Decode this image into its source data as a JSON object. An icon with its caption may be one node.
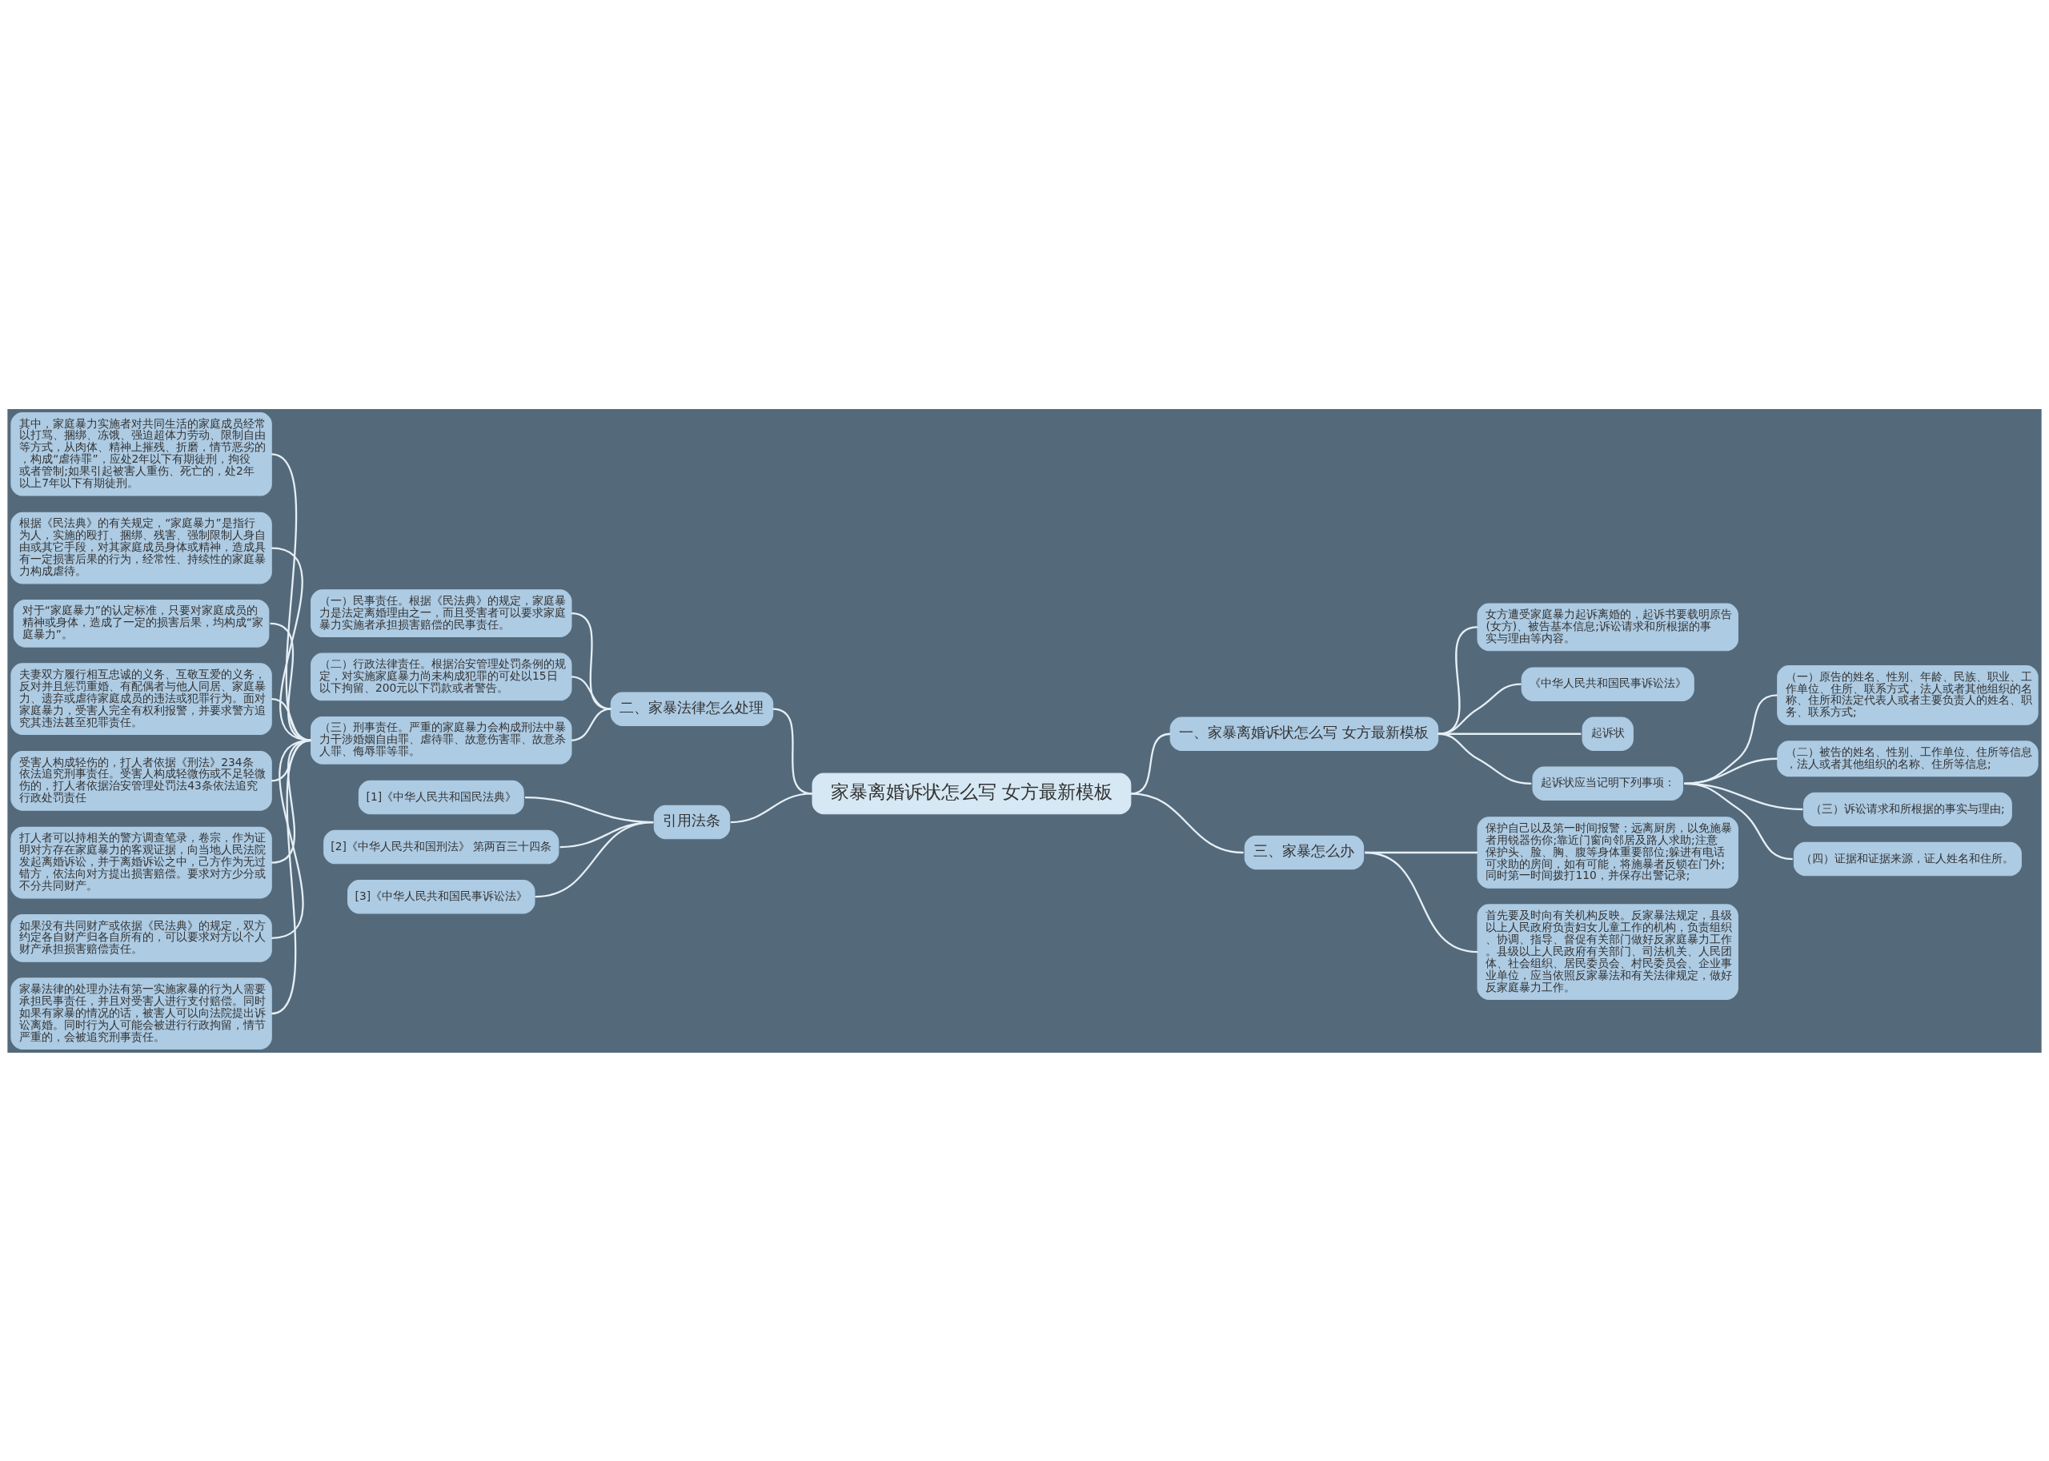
{
  "diagram": {
    "nodes": [
      {
        "text": [
          "家暴离婚诉状怎么写 女方最新模板"
        ]
      },
      {
        "text": [
          "二、家暴法律怎么处理"
        ]
      },
      {
        "text": [
          "（一）民事责任。根据《民法典》的规定，家庭暴力是法定离婚理由之一，而且受害者可以要求家庭暴力实施者承担损害赔偿的民事责任。"
        ]
      },
      {
        "text": [
          "（二）行政法律责任。根据治安管理处罚条例的规定，对实施家庭暴力尚未构成犯罪的可处以15日以下拘留、200元以下罚款或者警告。"
        ]
      },
      {
        "text": [
          "（三）刑事责任。严重的家庭暴力会构成刑法中暴力干涉婚姻自由罪、虐待罪、故意伤害罪、故意杀人罪、侮辱罪等罪。"
        ]
      },
      {
        "text": [
          "其中，家庭暴力实施者对共同生活的家庭成员经常以打骂、捆绑、冻饿、强迫超体力劳动、限制自由等方式，从肉体、精神上摧残、折磨，情节恶劣的，构成“虐待罪”，应处2年以下有期徒刑，拘役或者管制;如果引起被害人重伤、死亡的，处2年以上7年以下有期徒刑。"
        ]
      },
      {
        "text": [
          "根据《民法典》的有关规定，“家庭暴力”是指行为人，实施的殴打、捆绑、残害、强制限制人身自由或其它手段，对其家庭成员身体或精神，造成具有一定损害后果的行为，经常性、持续性的家庭暴力构成虐待。"
        ]
      },
      {
        "text": [
          "对于“家庭暴力”的认定标准，只要对家庭成员的精神或身体，造成了一定的损害后果，均构成“家庭暴力”。"
        ]
      },
      {
        "text": [
          "夫妻双方履行相互忠诚的义务、互敬互爱的义务，反对并且惩罚重婚、有配偶者与他人同居、家庭暴力、遗弃或虐待家庭成员的违法或犯罪行为。面对家庭暴力，受害人完全有权利报警，并要求警方追究其违法甚至犯罪责任。"
        ]
      },
      {
        "text": [
          "受害人构成轻伤的，打人者依据《刑法》234条依法追究刑事责任。受害人构成轻微伤或不足轻微伤的，打人者依据治安管理处罚法43条依法追究行政处罚责任"
        ]
      },
      {
        "text": [
          "打人者可以持相关的警方调查笔录，卷宗，作为证明对方存在家庭暴力的客观证据，向当地人民法院发起离婚诉讼，并于离婚诉讼之中，己方作为无过错方，依法向对方提出损害赔偿。要求对方少分或不分共同财产。"
        ]
      },
      {
        "text": [
          "如果没有共同财产或依据《民法典》的规定，双方约定各自财产归各自所有的，可以要求对方以个人财产承担损害赔偿责任。"
        ]
      },
      {
        "text": [
          "家暴法律的处理办法有第一实施家暴的行为人需要承担民事责任，并且对受害人进行支付赔偿。同时如果有家暴的情况的话，被害人可以向法院提出诉讼离婚。同时行为人可能会被进行行政拘留，情节严重的，会被追究刑事责任。"
        ]
      },
      {
        "text": [
          "引用法条"
        ]
      },
      {
        "text": [
          "[1]《中华人民共和国民法典》"
        ]
      },
      {
        "text": [
          "[2]《中华人民共和国刑法》 第两百三十四条"
        ]
      },
      {
        "text": [
          "[3]《中华人民共和国民事诉讼法》"
        ]
      },
      {
        "text": [
          "一、家暴离婚诉状怎么写 女方最新模板"
        ]
      },
      {
        "text": [
          "女方遭受家庭暴力起诉离婚的，起诉书要载明原告(女方)、被告基本信息;诉讼请求和所根据的事实与理由等内容。"
        ]
      },
      {
        "text": [
          "《中华人民共和国民事诉讼法》"
        ]
      },
      {
        "text": [
          "起诉状"
        ]
      },
      {
        "text": [
          "起诉状应当记明下列事项："
        ]
      },
      {
        "text": [
          "（一）原告的姓名、性别、年龄、民族、职业、工作单位、住所、联系方式，法人或者其他组织的名称、住所和法定代表人或者主要负责人的姓名、职务、联系方式;"
        ]
      },
      {
        "text": [
          "（二）被告的姓名、性别、工作单位、住所等信息，法人或者其他组织的名称、住所等信息;"
        ]
      },
      {
        "text": [
          "（三）诉讼请求和所根据的事实与理由;"
        ]
      },
      {
        "text": [
          "（四）证据和证据来源，证人姓名和住所。"
        ]
      },
      {
        "text": [
          "三、家暴怎么办"
        ]
      },
      {
        "text": [
          "保护自己以及第一时间报警；远离厨房，以免施暴者用锐器伤你;靠近门窗向邻居及路人求助;注意保护头、脸、胸、腹等身体重要部位;躲进有电话可求助的房间，如有可能，将施暴者反锁在门外;同时第一时间拨打110，并保存出警记录;"
        ]
      },
      {
        "text": [
          "首先要及时向有关机构反映。反家暴法规定，县级以上人民政府负责妇女儿童工作的机构，负责组织、协调、指导、督促有关部门做好反家庭暴力工作。县级以上人民政府有关部门、司法机关、人民团体、社会组织、居民委员会、村民委员会、企业事业单位，应当依照反家暴法和有关法律规定，做好反家庭暴力工作。"
        ]
      }
    ],
    "edges": [
      {
        "from": 0,
        "to": 1,
        "arrow": "none"
      },
      {
        "from": 1,
        "to": 2,
        "arrow": "none"
      },
      {
        "from": 1,
        "to": 3,
        "arrow": "none"
      },
      {
        "from": 1,
        "to": 4,
        "arrow": "none"
      },
      {
        "from": 4,
        "to": 5,
        "arrow": "none"
      },
      {
        "from": 4,
        "to": 6,
        "arrow": "none"
      },
      {
        "from": 4,
        "to": 7,
        "arrow": "none"
      },
      {
        "from": 4,
        "to": 8,
        "arrow": "none"
      },
      {
        "from": 4,
        "to": 9,
        "arrow": "none"
      },
      {
        "from": 4,
        "to": 10,
        "arrow": "none"
      },
      {
        "from": 4,
        "to": 11,
        "arrow": "none"
      },
      {
        "from": 4,
        "to": 12,
        "arrow": "none"
      },
      {
        "from": 0,
        "to": 13,
        "arrow": "none"
      },
      {
        "from": 13,
        "to": 14,
        "arrow": "none"
      },
      {
        "from": 13,
        "to": 15,
        "arrow": "none"
      },
      {
        "from": 13,
        "to": 16,
        "arrow": "none"
      },
      {
        "from": 0,
        "to": 17,
        "arrow": "none"
      },
      {
        "from": 17,
        "to": 18,
        "arrow": "none"
      },
      {
        "from": 17,
        "to": 19,
        "arrow": "none"
      },
      {
        "from": 17,
        "to": 20,
        "arrow": "none"
      },
      {
        "from": 17,
        "to": 21,
        "arrow": "none"
      },
      {
        "from": 21,
        "to": 22,
        "arrow": "none"
      },
      {
        "from": 21,
        "to": 23,
        "arrow": "none"
      },
      {
        "from": 21,
        "to": 24,
        "arrow": "none"
      },
      {
        "from": 21,
        "to": 25,
        "arrow": "none"
      },
      {
        "from": 0,
        "to": 26,
        "arrow": "none"
      },
      {
        "from": 26,
        "to": 27,
        "arrow": "none"
      },
      {
        "from": 26,
        "to": 28,
        "arrow": "none"
      }
    ]
  }
}
